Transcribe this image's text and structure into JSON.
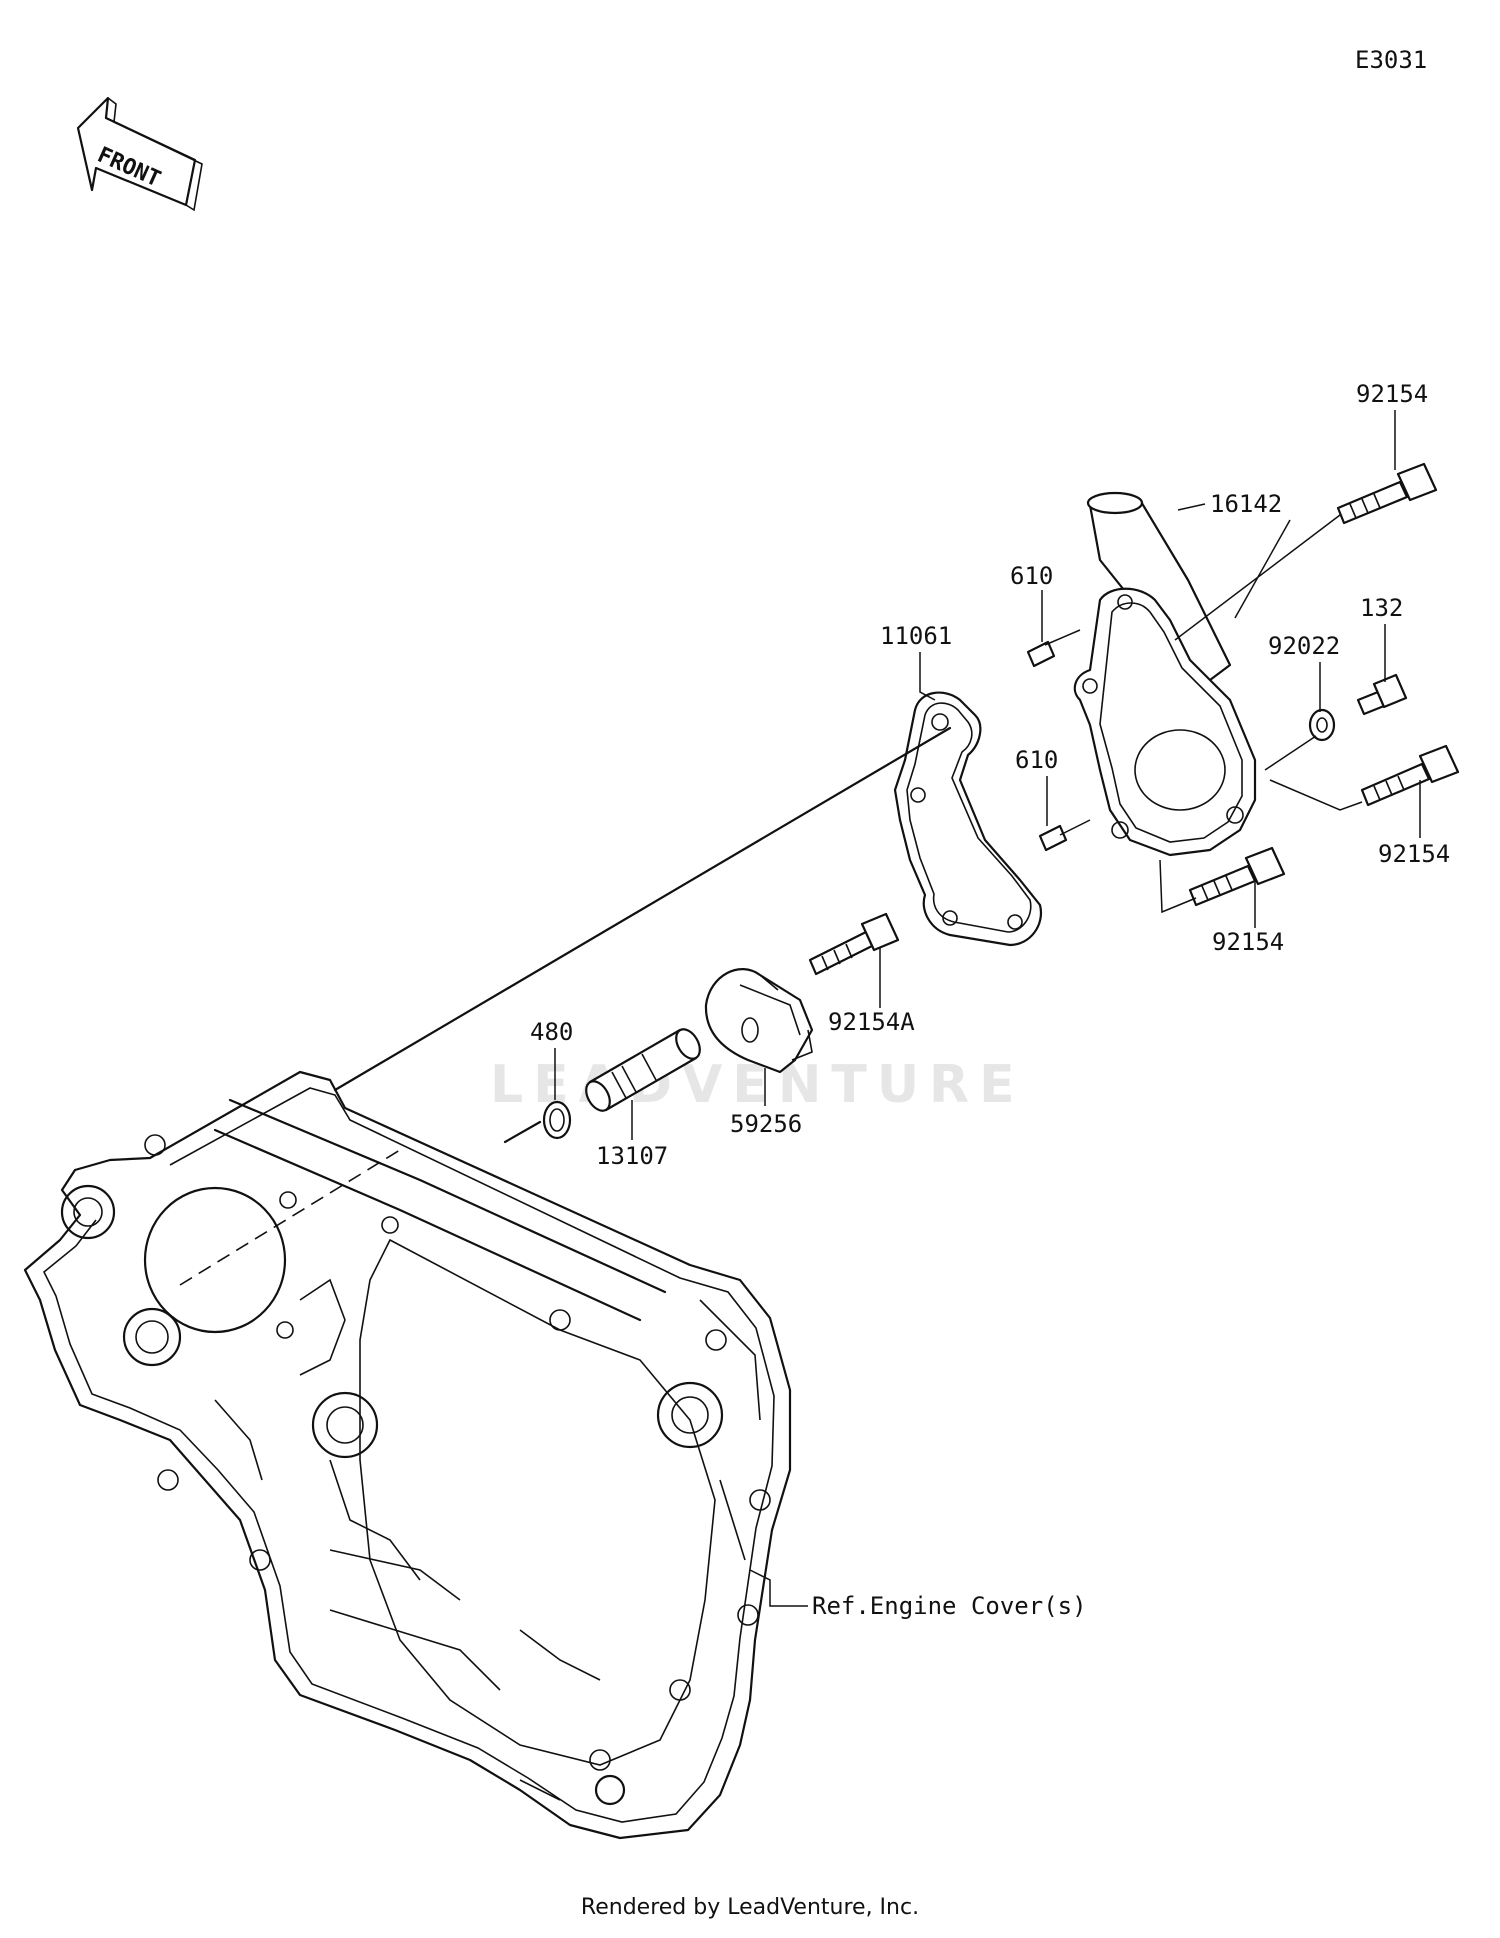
{
  "diagram_code": "E3031",
  "front_label": "FRONT",
  "watermark": "LEADVENTURE",
  "footer": "Rendered by LeadVenture, Inc.",
  "reference_label": "Ref.Engine Cover(s)",
  "parts": [
    {
      "number": "92154"
    },
    {
      "number": "16142"
    },
    {
      "number": "610"
    },
    {
      "number": "11061"
    },
    {
      "number": "132"
    },
    {
      "number": "92022"
    },
    {
      "number": "610"
    },
    {
      "number": "92154"
    },
    {
      "number": "92154"
    },
    {
      "number": "92154A"
    },
    {
      "number": "480"
    },
    {
      "number": "59256"
    },
    {
      "number": "13107"
    }
  ]
}
